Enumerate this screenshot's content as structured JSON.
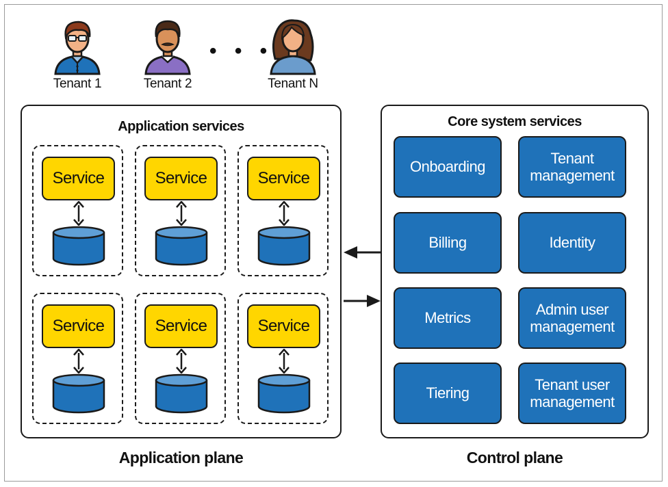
{
  "tenants": [
    {
      "label": "Tenant 1",
      "icon": "tenant-1-avatar-icon"
    },
    {
      "label": "Tenant 2",
      "icon": "tenant-2-avatar-icon"
    },
    {
      "label": "Tenant N",
      "icon": "tenant-n-avatar-icon"
    }
  ],
  "ellipsis": "• • •",
  "application": {
    "title": "Application services",
    "caption": "Application plane",
    "services": [
      "Service",
      "Service",
      "Service",
      "Service",
      "Service",
      "Service"
    ]
  },
  "control": {
    "title": "Core system services",
    "caption": "Control plane",
    "services": [
      "Onboarding",
      "Tenant management",
      "Billing",
      "Identity",
      "Metrics",
      "Admin user management",
      "Tiering",
      "Tenant user management"
    ]
  },
  "colors": {
    "service_fill": "#ffd600",
    "core_fill": "#1f72b9",
    "database_fill": "#1f72b9",
    "outline": "#1a1a1a"
  }
}
